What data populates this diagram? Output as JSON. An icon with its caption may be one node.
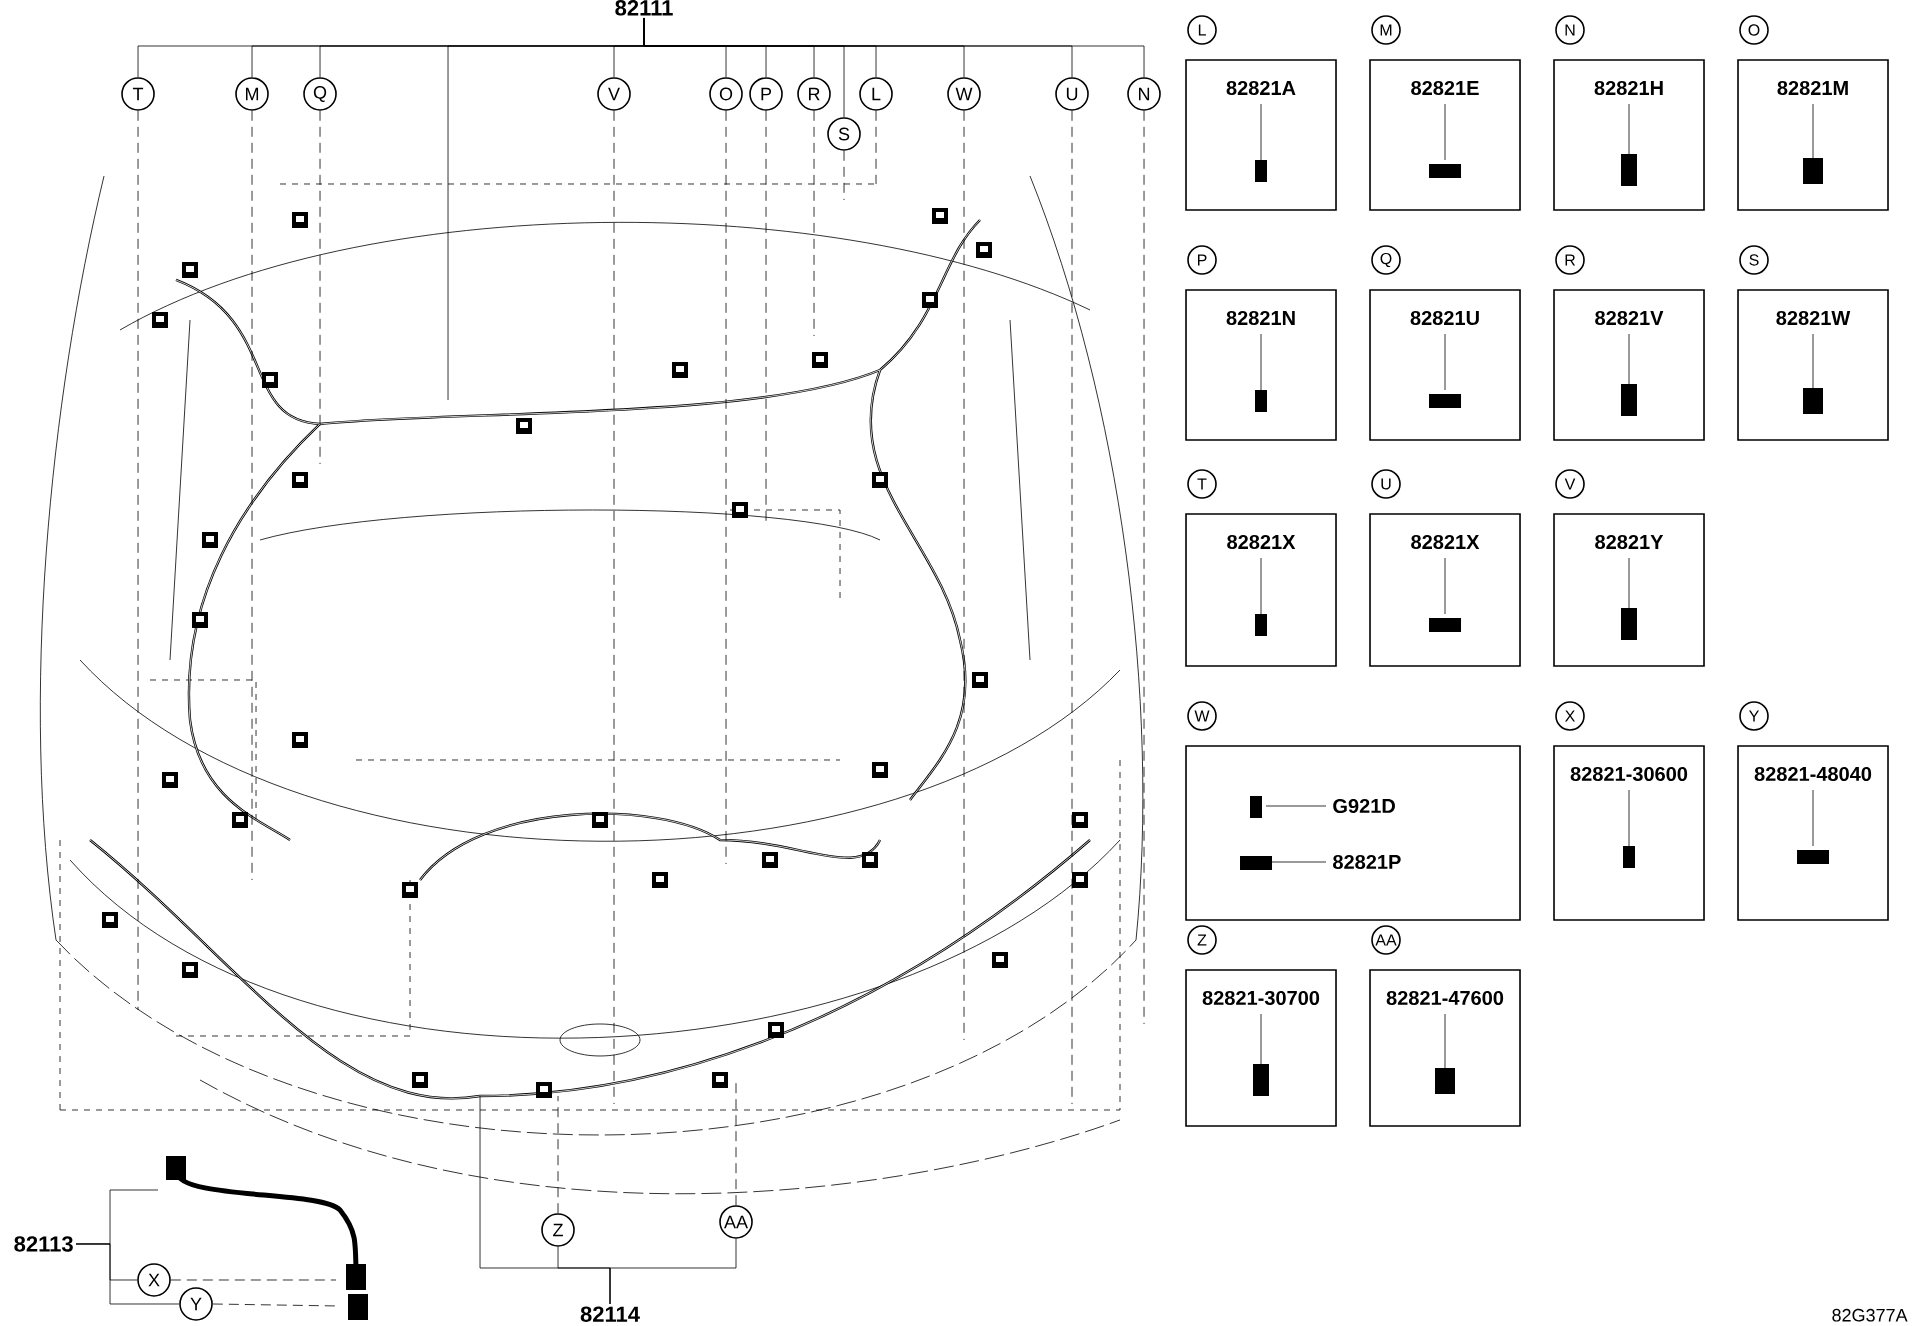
{
  "diagram": {
    "nodes": [
      {
        "text": [
          "82111"
        ]
      },
      {
        "text": [
          "T"
        ]
      },
      {
        "text": [
          "M"
        ]
      },
      {
        "text": [
          "Q"
        ]
      },
      {
        "text": [
          "V"
        ]
      },
      {
        "text": [
          "O"
        ]
      },
      {
        "text": [
          "P"
        ]
      },
      {
        "text": [
          "R"
        ]
      },
      {
        "text": [
          "S"
        ]
      },
      {
        "text": [
          "L"
        ]
      },
      {
        "text": [
          "W"
        ]
      },
      {
        "text": [
          "U"
        ]
      },
      {
        "text": [
          "N"
        ]
      },
      {
        "text": [
          "L",
          "82821A"
        ]
      },
      {
        "text": [
          "M",
          "82821E"
        ]
      },
      {
        "text": [
          "N",
          "82821H"
        ]
      },
      {
        "text": [
          "O",
          "82821M"
        ]
      },
      {
        "text": [
          "P",
          "82821N"
        ]
      },
      {
        "text": [
          "Q",
          "82821U"
        ]
      },
      {
        "text": [
          "R",
          "82821V"
        ]
      },
      {
        "text": [
          "S",
          "82821W"
        ]
      },
      {
        "text": [
          "T",
          "82821X"
        ]
      },
      {
        "text": [
          "U",
          "82821X"
        ]
      },
      {
        "text": [
          "V",
          "82821Y"
        ]
      },
      {
        "text": [
          "W",
          "G921D",
          "82821P"
        ]
      },
      {
        "text": [
          "X",
          "82821-30600"
        ]
      },
      {
        "text": [
          "Y",
          "82821-48040"
        ]
      },
      {
        "text": [
          "Z",
          "82821-30700"
        ]
      },
      {
        "text": [
          "AA",
          "82821-47600"
        ]
      },
      {
        "text": [
          "82113"
        ]
      },
      {
        "text": [
          "X"
        ]
      },
      {
        "text": [
          "Y"
        ]
      },
      {
        "text": [
          "Z"
        ]
      },
      {
        "text": [
          "AA"
        ]
      },
      {
        "text": [
          "82114"
        ]
      }
    ],
    "edges": [
      {
        "from": 0,
        "to": 1,
        "arrow": "none"
      },
      {
        "from": 0,
        "to": 2,
        "arrow": "none"
      },
      {
        "from": 0,
        "to": 3,
        "arrow": "none"
      },
      {
        "from": 0,
        "to": 4,
        "arrow": "none"
      },
      {
        "from": 0,
        "to": 5,
        "arrow": "none"
      },
      {
        "from": 0,
        "to": 6,
        "arrow": "none"
      },
      {
        "from": 0,
        "to": 7,
        "arrow": "none"
      },
      {
        "from": 0,
        "to": 8,
        "arrow": "none"
      },
      {
        "from": 0,
        "to": 9,
        "arrow": "none"
      },
      {
        "from": 0,
        "to": 10,
        "arrow": "none"
      },
      {
        "from": 0,
        "to": 11,
        "arrow": "none"
      },
      {
        "from": 0,
        "to": 12,
        "arrow": "none"
      },
      {
        "from": 0,
        "to": null,
        "arrow": "none"
      },
      {
        "from": 1,
        "to": null,
        "arrow": "none",
        "style": "dashed"
      },
      {
        "from": 2,
        "to": null,
        "arrow": "none",
        "style": "dashed"
      },
      {
        "from": 3,
        "to": null,
        "arrow": "none",
        "style": "dashed"
      },
      {
        "from": 4,
        "to": null,
        "arrow": "none",
        "style": "dashed"
      },
      {
        "from": 5,
        "to": null,
        "arrow": "none",
        "style": "dashed"
      },
      {
        "from": 6,
        "to": null,
        "arrow": "none",
        "style": "dashed"
      },
      {
        "from": 7,
        "to": null,
        "arrow": "none",
        "style": "dashed"
      },
      {
        "from": 8,
        "to": null,
        "arrow": "none",
        "style": "dashed"
      },
      {
        "from": 9,
        "to": null,
        "arrow": "none",
        "style": "dashed"
      },
      {
        "from": 10,
        "to": null,
        "arrow": "none",
        "style": "dashed"
      },
      {
        "from": 11,
        "to": null,
        "arrow": "none",
        "style": "dashed"
      },
      {
        "from": 12,
        "to": null,
        "arrow": "none",
        "style": "dashed"
      },
      {
        "from": 29,
        "to": 30,
        "arrow": "none"
      },
      {
        "from": 29,
        "to": 31,
        "arrow": "none"
      },
      {
        "from": 29,
        "to": null,
        "arrow": "none"
      },
      {
        "from": 30,
        "to": null,
        "arrow": "none",
        "style": "dashed"
      },
      {
        "from": 31,
        "to": null,
        "arrow": "none",
        "style": "dashed"
      },
      {
        "from": 34,
        "to": 32,
        "arrow": "none"
      },
      {
        "from": 34,
        "to": 33,
        "arrow": "none"
      },
      {
        "from": 34,
        "to": null,
        "arrow": "none"
      },
      {
        "from": 32,
        "to": null,
        "arrow": "none",
        "style": "dashed"
      },
      {
        "from": 33,
        "to": null,
        "arrow": "none",
        "style": "dashed"
      }
    ],
    "labels": [
      "82G377A"
    ]
  }
}
